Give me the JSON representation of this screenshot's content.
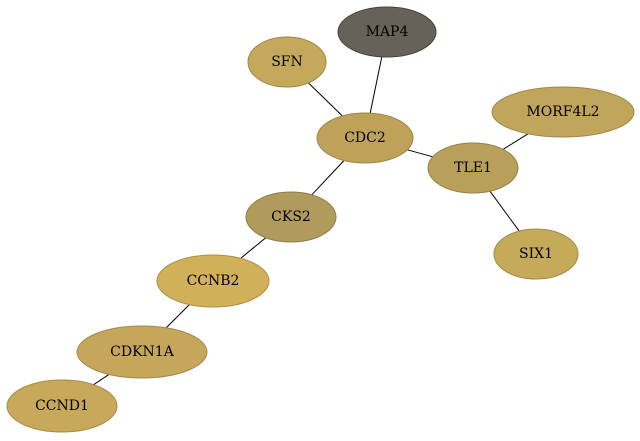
{
  "nodes": [
    {
      "id": "MAP4",
      "label": "MAP4",
      "fill": "#666259",
      "stroke": "#45433d"
    },
    {
      "id": "SFN",
      "label": "SFN",
      "fill": "#c4a95c",
      "stroke": "#a08a45"
    },
    {
      "id": "CDC2",
      "label": "CDC2",
      "fill": "#bfa25a",
      "stroke": "#9d8544"
    },
    {
      "id": "MORF4L2",
      "label": "MORF4L2",
      "fill": "#c0a55c",
      "stroke": "#9e8846"
    },
    {
      "id": "TLE1",
      "label": "TLE1",
      "fill": "#b9a05a",
      "stroke": "#978244"
    },
    {
      "id": "CKS2",
      "label": "CKS2",
      "fill": "#b09a5c",
      "stroke": "#8f7d47"
    },
    {
      "id": "SIX1",
      "label": "SIX1",
      "fill": "#c5aa5a",
      "stroke": "#a28b44"
    },
    {
      "id": "CCNB2",
      "label": "CCNB2",
      "fill": "#d2b05a",
      "stroke": "#ad9043"
    },
    {
      "id": "CDKN1A",
      "label": "CDKN1A",
      "fill": "#c5a65b",
      "stroke": "#a38845"
    },
    {
      "id": "CCND1",
      "label": "CCND1",
      "fill": "#c8a95b",
      "stroke": "#a58b44"
    }
  ],
  "edges": [
    [
      "MAP4",
      "CDC2"
    ],
    [
      "SFN",
      "CDC2"
    ],
    [
      "CDC2",
      "TLE1"
    ],
    [
      "CDC2",
      "CKS2"
    ],
    [
      "TLE1",
      "MORF4L2"
    ],
    [
      "TLE1",
      "SIX1"
    ],
    [
      "CKS2",
      "CCNB2"
    ],
    [
      "CCNB2",
      "CDKN1A"
    ],
    [
      "CDKN1A",
      "CCND1"
    ]
  ]
}
